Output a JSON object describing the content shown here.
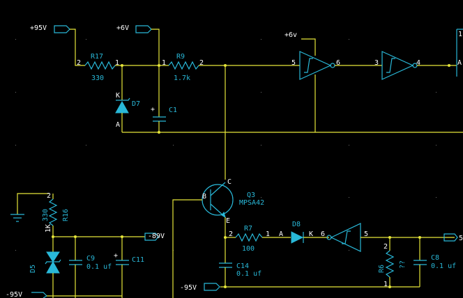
{
  "nets": {
    "p95": "+95V",
    "p6": "+6V",
    "p6v": "+6v",
    "m89": "-89V",
    "m95a": "-95V",
    "m95b": "-95V"
  },
  "components": {
    "r17": {
      "ref": "R17",
      "value": "330",
      "pin_a": "2",
      "pin_b": "1"
    },
    "r9": {
      "ref": "R9",
      "value": "1.7k",
      "pin_a": "1",
      "pin_b": "2"
    },
    "d7": {
      "ref": "D7",
      "k": "K",
      "a": "A"
    },
    "c1": {
      "ref": "C1",
      "plus": "+"
    },
    "u_a": {
      "pin_in": "5",
      "pin_out": "6"
    },
    "u_b": {
      "pin_in": "3",
      "pin_out": "4"
    },
    "u_c": {
      "pin_in": "6",
      "pin_out": "5"
    },
    "edge_right": {
      "pin": "1",
      "label": "A"
    },
    "q3": {
      "ref": "Q3",
      "part": "MPSA42",
      "b": "B",
      "c": "C",
      "e": "E"
    },
    "r7": {
      "ref": "R7",
      "value": "100",
      "pin_a": "2",
      "pin_b": "1"
    },
    "d8": {
      "ref": "D8",
      "a": "A",
      "k": "K"
    },
    "c14": {
      "ref": "C14",
      "value": "0.1 uf"
    },
    "r6": {
      "ref": "R6",
      "value": "??",
      "pin_top": "2",
      "pin_bot": "1"
    },
    "c8": {
      "ref": "C8",
      "value": "0.1 uf"
    },
    "r16": {
      "ref": "R16",
      "value": "330",
      "pin": "2",
      "pin_k": "1K"
    },
    "c9": {
      "ref": "C9",
      "value": "0.1 uf"
    },
    "c11": {
      "ref": "C11",
      "plus": "+"
    },
    "d5": {
      "ref": "D5"
    },
    "right_stub": {
      "label": "5"
    }
  }
}
